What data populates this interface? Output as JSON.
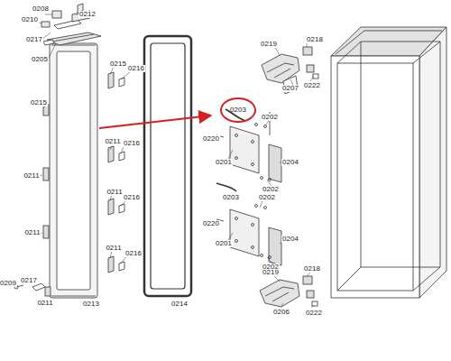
{
  "diagram": {
    "nodes": [
      {
        "text": [
          "0203"
        ]
      }
    ],
    "labels": [
      "0208",
      "0210",
      "0212",
      "0217",
      "0205",
      "0215",
      "0215",
      "0216",
      "0211",
      "0211",
      "0216",
      "0211",
      "0216",
      "0211",
      "0211",
      "0216",
      "0209",
      "0217",
      "0211",
      "0213",
      "0214",
      "0219",
      "0218",
      "0207",
      "0222",
      "0202",
      "0220",
      "0201",
      "0204",
      "0202",
      "0203",
      "0202",
      "0220",
      "0201",
      "0204",
      "0202",
      "0219",
      "0218",
      "0206",
      "0222"
    ]
  }
}
